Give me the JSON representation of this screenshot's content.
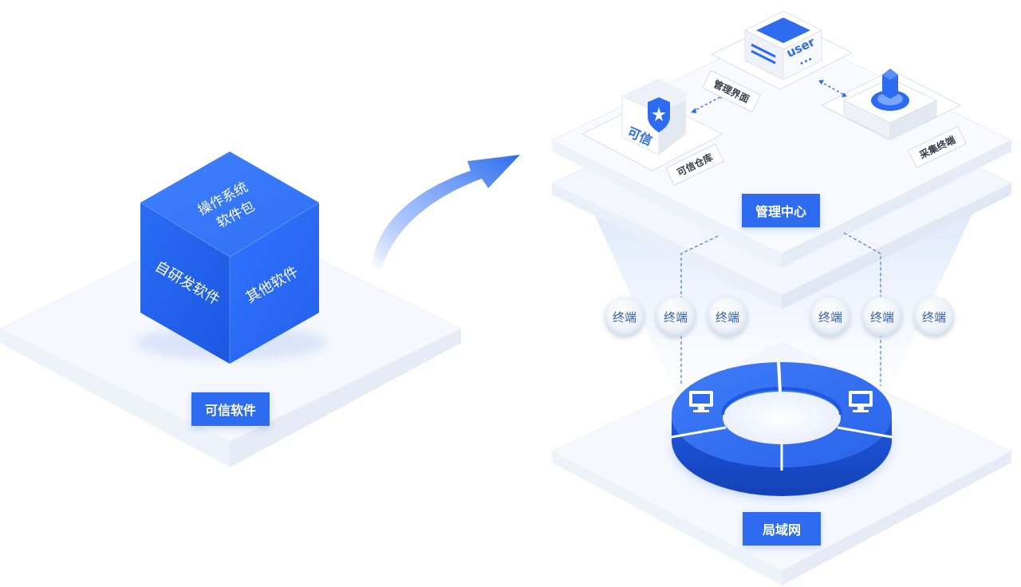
{
  "cube": {
    "top_text_line1": "操作系统",
    "top_text_line2": "软件包",
    "left_text": "自研发软件",
    "right_text": "其他软件"
  },
  "left_label": "可信软件",
  "mgmt": {
    "center_label": "管理中心",
    "server_text": "user",
    "server_dots": "•••",
    "trusted_block_text": "可信",
    "trusted_repo_tag": "可信仓库",
    "mgmt_ui_tag": "管理界面",
    "collect_tag": "采集终端"
  },
  "terminals": [
    "终端",
    "终端",
    "终端",
    "终端",
    "终端",
    "终端"
  ],
  "lan_label": "局域网",
  "colors": {
    "accent": "#2d6cf0",
    "platform": "#f4f7fc",
    "dashed": "#4a78d8"
  }
}
